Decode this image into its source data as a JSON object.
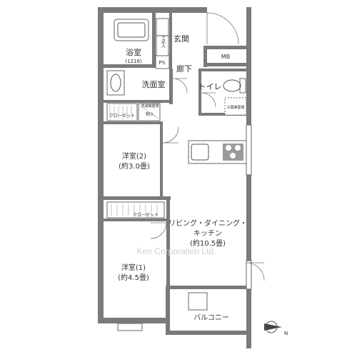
{
  "rooms": {
    "bath": "浴室",
    "bath_size": "(1216)",
    "entrance": "玄関",
    "shoe_storage": "下足入",
    "mb": "MB",
    "ps": "PS",
    "corridor": "廊下",
    "washroom": "洗面室",
    "toilet": "トイレ",
    "washer_space": "洗濯機置場",
    "storage": "物入",
    "closet_upper": "クローゼット",
    "fridge": "冷蔵庫置場",
    "room2_name": "洋室(2)",
    "room2_size": "(約3.0畳)",
    "closet_lower": "クローゼット",
    "ldk_line1": "リビング・ダイニング・",
    "ldk_line2": "キッチン",
    "ldk_size": "(約10.5畳)",
    "room1_name": "洋室(1)",
    "room1_size": "(約4.5畳)",
    "balcony": "バルコニー"
  },
  "watermark": "Ken Corporation Ltd.",
  "compass": "N",
  "colors": {
    "wall": "#7a7a7a",
    "line": "#555555",
    "text": "#333333",
    "watermark": "#cfcfcf"
  }
}
